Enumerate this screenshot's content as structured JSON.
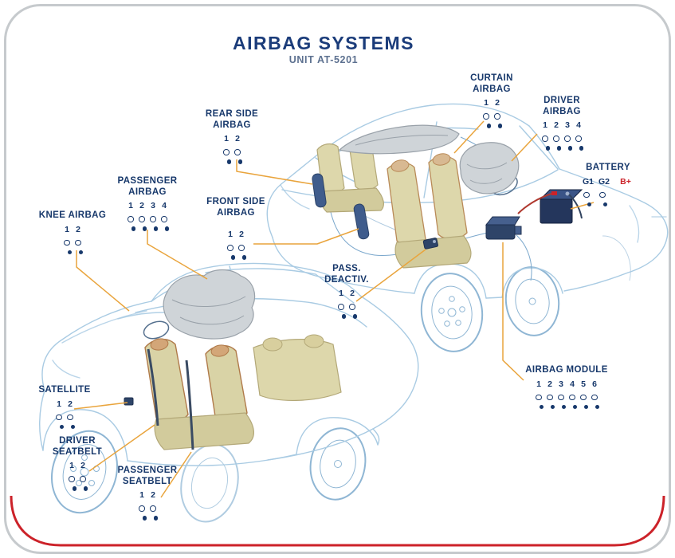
{
  "page": {
    "title": "AIRBAG SYSTEMS",
    "subtitle": "UNIT AT-5201"
  },
  "colors": {
    "accent_red": "#cc2229",
    "label_blue": "#17386b",
    "leader_orange": "#e9a43c",
    "car_line_blue": "#a9cbe3",
    "airbag_gray": "#cfd4d8",
    "seat_tan": "#ddd7ab"
  },
  "callouts": [
    {
      "id": "curtain-airbag",
      "label": "CURTAIN\nAIRBAG",
      "pins": [
        "1",
        "2"
      ]
    },
    {
      "id": "driver-airbag",
      "label": "DRIVER\nAIRBAG",
      "pins": [
        "1",
        "2",
        "3",
        "4"
      ]
    },
    {
      "id": "battery",
      "label": "BATTERY",
      "pins": [
        "G1",
        "G2"
      ],
      "extra": "B+"
    },
    {
      "id": "rear-side-airbag",
      "label": "REAR SIDE\nAIRBAG",
      "pins": [
        "1",
        "2"
      ]
    },
    {
      "id": "passenger-airbag",
      "label": "PASSENGER\nAIRBAG",
      "pins": [
        "1",
        "2",
        "3",
        "4"
      ]
    },
    {
      "id": "front-side-airbag",
      "label": "FRONT SIDE\nAIRBAG",
      "pins": [
        "1",
        "2"
      ]
    },
    {
      "id": "knee-airbag",
      "label": "KNEE AIRBAG",
      "pins": [
        "1",
        "2"
      ]
    },
    {
      "id": "pass-deactiv",
      "label": "PASS.\nDEACTIV.",
      "pins": [
        "1",
        "2"
      ]
    },
    {
      "id": "airbag-module",
      "label": "AIRBAG MODULE",
      "pins": [
        "1",
        "2",
        "3",
        "4",
        "5",
        "6"
      ]
    },
    {
      "id": "satellite",
      "label": "SATELLITE",
      "pins": [
        "1",
        "2"
      ]
    },
    {
      "id": "driver-seatbelt",
      "label": "DRIVER\nSEATBELT",
      "pins": [
        "1",
        "2"
      ]
    },
    {
      "id": "passenger-seatbelt",
      "label": "PASSENGER\nSEATBELT",
      "pins": [
        "1",
        "2"
      ]
    }
  ]
}
